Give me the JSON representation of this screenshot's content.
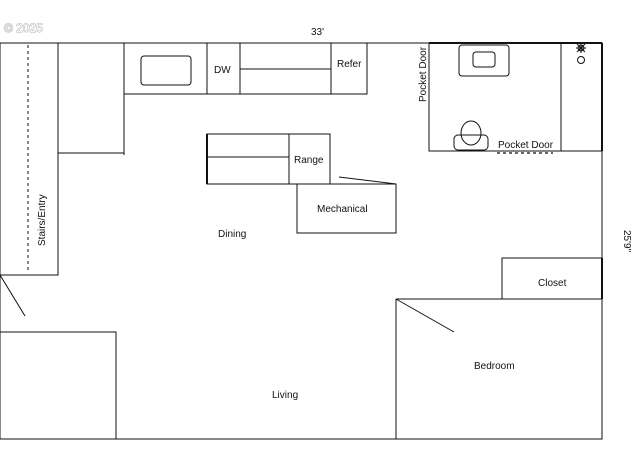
{
  "watermark": "© 2025",
  "dimensions": {
    "width": "33'",
    "depth": "25'9\""
  },
  "rooms": {
    "stairs": "Stairs/Entry",
    "dishwasher": "DW",
    "refrigerator": "Refer",
    "pocket_door_vertical": "Pocket Door",
    "pocket_door_horizontal": "Pocket Door",
    "range": "Range",
    "mechanical": "Mechanical",
    "dining": "Dining",
    "closet": "Closet",
    "bedroom": "Bedroom",
    "living": "Living"
  }
}
